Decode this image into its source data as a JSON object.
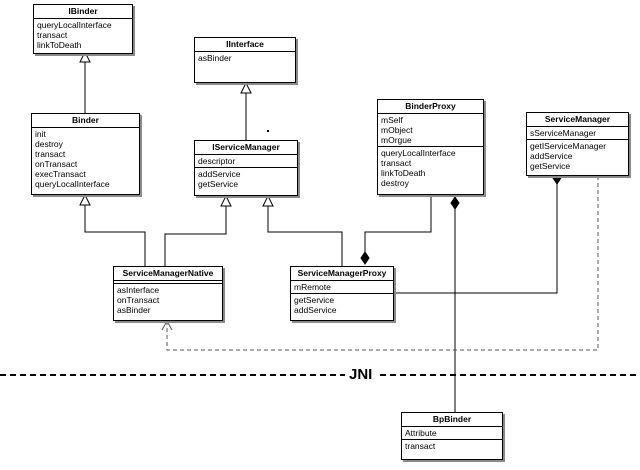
{
  "classes": {
    "ibinder": {
      "name": "IBinder",
      "attributes": [],
      "methods": [
        "queryLocalInterface",
        "transact",
        "linkToDeath"
      ]
    },
    "binder": {
      "name": "Binder",
      "attributes": [],
      "methods": [
        "init",
        "destroy",
        "transact",
        "onTransact",
        "execTransact",
        "queryLocalInterface"
      ]
    },
    "iinterface": {
      "name": "IInterface",
      "attributes": [],
      "methods": [
        "asBinder"
      ]
    },
    "iservicemanager": {
      "name": "IServiceManager",
      "attributes": [
        "descriptor"
      ],
      "methods": [
        "addService",
        "getService"
      ]
    },
    "binderproxy": {
      "name": "BinderProxy",
      "attributes": [
        "mSelf",
        "mObject",
        "mOrgue"
      ],
      "methods": [
        "queryLocalInterface",
        "transact",
        "linkToDeath",
        "destroy"
      ]
    },
    "servicemanager": {
      "name": "ServiceManager",
      "attributes": [
        "sServiceManager"
      ],
      "methods": [
        "getIServiceManager",
        "addService",
        "getService"
      ]
    },
    "servicemanagernative": {
      "name": "ServiceManagerNative",
      "attributes": [],
      "methods": [
        "asInterface",
        "onTransact",
        "asBinder"
      ]
    },
    "servicemanagerproxy": {
      "name": "ServiceManagerProxy",
      "attributes": [
        "mRemote"
      ],
      "methods": [
        "getService",
        "addService"
      ]
    },
    "bpbinder": {
      "name": "BpBinder",
      "attributes": [
        "Attribute"
      ],
      "methods": [
        "transact"
      ]
    }
  },
  "boundary": {
    "label": "JNI"
  }
}
